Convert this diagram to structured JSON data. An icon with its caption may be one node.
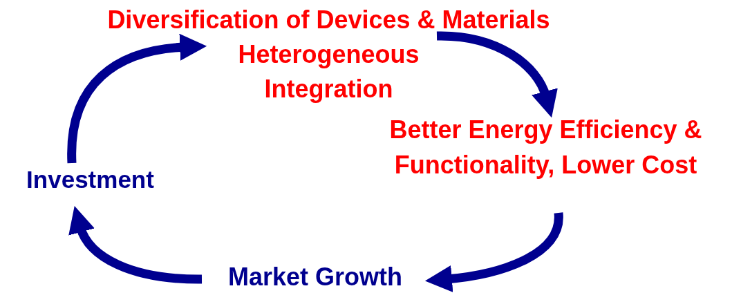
{
  "diagram": {
    "nodes": [
      {
        "text": [
          "Diversification of Devices & Materials",
          "Heterogeneous Integration"
        ]
      },
      {
        "text": [
          "Better Energy Efficiency & Functionality, Lower Cost"
        ]
      },
      {
        "text": [
          "Market Growth"
        ]
      },
      {
        "text": [
          "Investment"
        ]
      }
    ],
    "edges": [
      {
        "from": 3,
        "to": 0,
        "arrow": "to"
      },
      {
        "from": 0,
        "to": 1,
        "arrow": "to"
      },
      {
        "from": 1,
        "to": 2,
        "arrow": "to"
      },
      {
        "from": 2,
        "to": 3,
        "arrow": "to"
      }
    ]
  }
}
